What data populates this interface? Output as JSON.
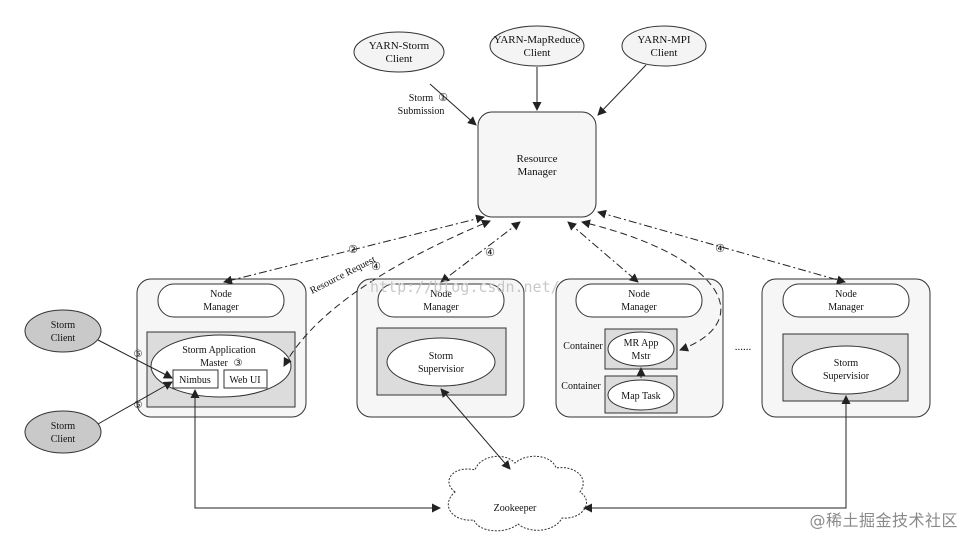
{
  "clients": {
    "yarn_storm": [
      "YARN-Storm",
      "Client"
    ],
    "yarn_mapreduce": [
      "YARN-MapReduce",
      "Client"
    ],
    "yarn_mpi": [
      "YARN-MPI",
      "Client"
    ],
    "storm_client_1": [
      "Storm",
      "Client"
    ],
    "storm_client_2": [
      "Storm",
      "Client"
    ]
  },
  "resource_manager": [
    "Resource",
    "Manager"
  ],
  "node_manager": [
    "Node",
    "Manager"
  ],
  "storm_app_master": [
    "Storm Application",
    "Master"
  ],
  "nimbus": "Nimbus",
  "web_ui": "Web UI",
  "storm_supervisor": [
    "Storm",
    "Supervisior"
  ],
  "container_label": "Container",
  "mr_app_master": [
    "MR App",
    "Mstr"
  ],
  "map_task": "Map Task",
  "ellipsis": "......",
  "zookeeper": "Zookeeper",
  "edge_labels": {
    "storm_submission": [
      "Storm",
      "Submission"
    ],
    "resource_request": "Resource Request",
    "step1": "①",
    "step2": "②",
    "step3": "③",
    "step4": "④",
    "step5": "⑤"
  },
  "url_watermark": "http://blog.csdn.net/",
  "watermark": "@稀土掘金技术社区",
  "colors": {
    "grey_fill": "#dcdcdc",
    "client_fill": "#c9c9c9",
    "node_fill": "#f8f8f8",
    "stroke": "#3a3a3a"
  }
}
